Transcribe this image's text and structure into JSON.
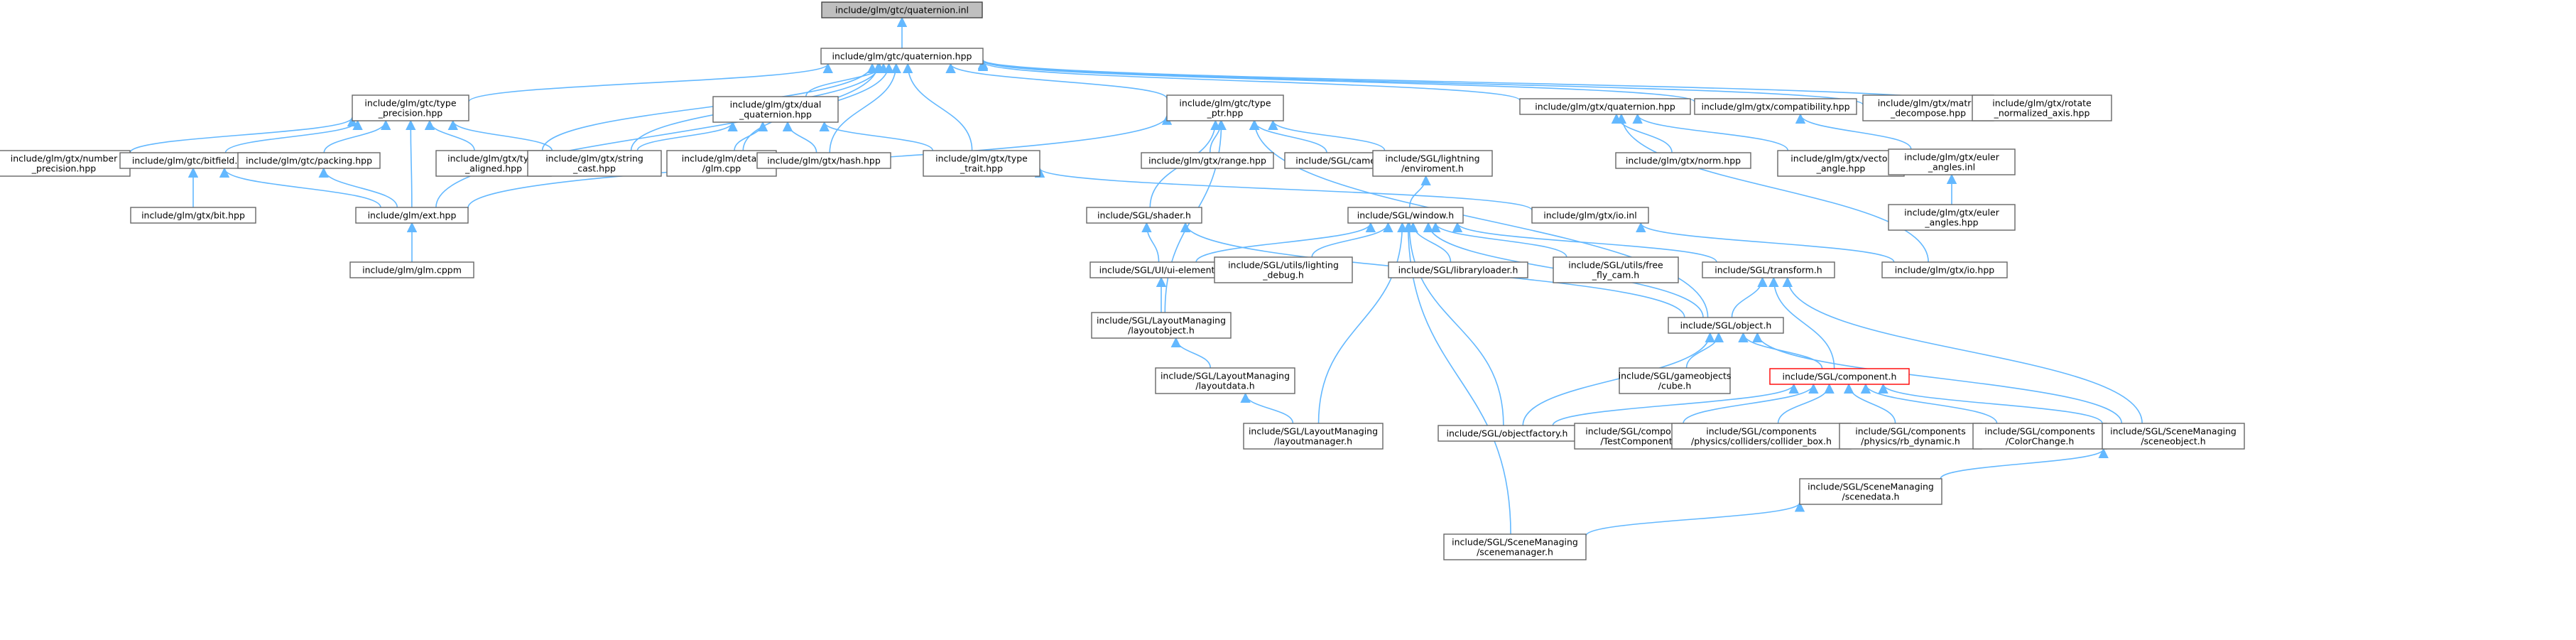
{
  "diagram": {
    "edge_color": "#63b8ff",
    "root_fill": "#bfbfbf",
    "warn_border": "#ff0000",
    "nodes": [
      {
        "id": "root",
        "label": "include/glm/gtc/quaternion.inl",
        "style": "root"
      },
      {
        "id": "quathpp",
        "label": "include/glm/gtc/quaternion.hpp"
      },
      {
        "id": "typeprec",
        "label": "include/glm/gtc/type\n_precision.hpp"
      },
      {
        "id": "dualq",
        "label": "include/glm/gtx/dual\n_quaternion.hpp"
      },
      {
        "id": "typeptr",
        "label": "include/glm/gtc/type\n_ptr.hpp"
      },
      {
        "id": "gtxquat",
        "label": "include/glm/gtx/quaternion.hpp"
      },
      {
        "id": "compat",
        "label": "include/glm/gtx/compatibility.hpp"
      },
      {
        "id": "matdecomp",
        "label": "include/glm/gtx/matrix\n_decompose.hpp"
      },
      {
        "id": "rotnorm",
        "label": "include/glm/gtx/rotate\n_normalized_axis.hpp"
      },
      {
        "id": "numprec",
        "label": "include/glm/gtx/number\n_precision.hpp"
      },
      {
        "id": "bitfield",
        "label": "include/glm/gtc/bitfield.hpp"
      },
      {
        "id": "packing",
        "label": "include/glm/gtc/packing.hpp"
      },
      {
        "id": "typealigned",
        "label": "include/glm/gtx/type\n_aligned.hpp"
      },
      {
        "id": "stringcast",
        "label": "include/glm/gtx/string\n_cast.hpp"
      },
      {
        "id": "glmcpp",
        "label": "include/glm/detail\n/glm.cpp"
      },
      {
        "id": "hash",
        "label": "include/glm/gtx/hash.hpp"
      },
      {
        "id": "typetrait",
        "label": "include/glm/gtx/type\n_trait.hpp"
      },
      {
        "id": "range",
        "label": "include/glm/gtx/range.hpp"
      },
      {
        "id": "camera",
        "label": "include/SGL/camera.h"
      },
      {
        "id": "lightenv",
        "label": "include/SGL/lightning\n/enviroment.h"
      },
      {
        "id": "norm",
        "label": "include/glm/gtx/norm.hpp"
      },
      {
        "id": "vecangle",
        "label": "include/glm/gtx/vector\n_angle.hpp"
      },
      {
        "id": "eulerinl",
        "label": "include/glm/gtx/euler\n_angles.inl"
      },
      {
        "id": "eulerhpp",
        "label": "include/glm/gtx/euler\n_angles.hpp"
      },
      {
        "id": "bit",
        "label": "include/glm/gtx/bit.hpp"
      },
      {
        "id": "ext",
        "label": "include/glm/ext.hpp"
      },
      {
        "id": "glmcppm",
        "label": "include/glm/glm.cppm"
      },
      {
        "id": "shader",
        "label": "include/SGL/shader.h"
      },
      {
        "id": "ioinl",
        "label": "include/glm/gtx/io.inl"
      },
      {
        "id": "window",
        "label": "include/SGL/window.h"
      },
      {
        "id": "uielement",
        "label": "include/SGL/UI/ui-element.h"
      },
      {
        "id": "lightdebug",
        "label": "include/SGL/utils/lighting\n_debug.h"
      },
      {
        "id": "libloader",
        "label": "include/SGL/libraryloader.h"
      },
      {
        "id": "freecam",
        "label": "include/SGL/utils/free\n_fly_cam.h"
      },
      {
        "id": "transform",
        "label": "include/SGL/transform.h"
      },
      {
        "id": "iohpp",
        "label": "include/glm/gtx/io.hpp"
      },
      {
        "id": "layoutobj",
        "label": "include/SGL/LayoutManaging\n/layoutobject.h"
      },
      {
        "id": "object",
        "label": "include/SGL/object.h"
      },
      {
        "id": "cube",
        "label": "include/SGL/gameobjects\n/cube.h"
      },
      {
        "id": "component",
        "label": "include/SGL/component.h",
        "style": "warn"
      },
      {
        "id": "layoutdata",
        "label": "include/SGL/LayoutManaging\n/layoutdata.h"
      },
      {
        "id": "layoutmgr",
        "label": "include/SGL/LayoutManaging\n/layoutmanager.h"
      },
      {
        "id": "objfactory",
        "label": "include/SGL/objectfactory.h"
      },
      {
        "id": "testcomp",
        "label": "include/SGL/components\n/TestComponent.h"
      },
      {
        "id": "collider",
        "label": "include/SGL/components\n/physics/colliders/collider_box.h"
      },
      {
        "id": "rbdyn",
        "label": "include/SGL/components\n/physics/rb_dynamic.h"
      },
      {
        "id": "colorchange",
        "label": "include/SGL/components\n/ColorChange.h"
      },
      {
        "id": "sceneobj",
        "label": "include/SGL/SceneManaging\n/sceneobject.h"
      },
      {
        "id": "scenedata",
        "label": "include/SGL/SceneManaging\n/scenedata.h"
      },
      {
        "id": "scenemgr",
        "label": "include/SGL/SceneManaging\n/scenemanager.h"
      }
    ],
    "edges": [
      [
        "quathpp",
        "root"
      ],
      [
        "typeprec",
        "quathpp"
      ],
      [
        "dualq",
        "quathpp"
      ],
      [
        "typeptr",
        "quathpp"
      ],
      [
        "gtxquat",
        "quathpp"
      ],
      [
        "compat",
        "quathpp"
      ],
      [
        "matdecomp",
        "quathpp"
      ],
      [
        "rotnorm",
        "quathpp"
      ],
      [
        "typealigned",
        "quathpp"
      ],
      [
        "stringcast",
        "quathpp"
      ],
      [
        "glmcpp",
        "quathpp"
      ],
      [
        "hash",
        "quathpp"
      ],
      [
        "typetrait",
        "quathpp"
      ],
      [
        "ext",
        "quathpp"
      ],
      [
        "numprec",
        "typeprec"
      ],
      [
        "bitfield",
        "typeprec"
      ],
      [
        "packing",
        "typeprec"
      ],
      [
        "typealigned",
        "typeprec"
      ],
      [
        "stringcast",
        "typeprec"
      ],
      [
        "ext",
        "typeprec"
      ],
      [
        "stringcast",
        "dualq"
      ],
      [
        "glmcpp",
        "dualq"
      ],
      [
        "hash",
        "dualq"
      ],
      [
        "typetrait",
        "dualq"
      ],
      [
        "ext",
        "typeptr"
      ],
      [
        "range",
        "typeptr"
      ],
      [
        "camera",
        "typeptr"
      ],
      [
        "lightenv",
        "typeptr"
      ],
      [
        "shader",
        "typeptr"
      ],
      [
        "layoutobj",
        "typeptr"
      ],
      [
        "object",
        "typeptr"
      ],
      [
        "norm",
        "gtxquat"
      ],
      [
        "vecangle",
        "gtxquat"
      ],
      [
        "iohpp",
        "gtxquat"
      ],
      [
        "eulerinl",
        "compat"
      ],
      [
        "eulerhpp",
        "eulerinl"
      ],
      [
        "bit",
        "bitfield"
      ],
      [
        "ext",
        "bitfield"
      ],
      [
        "ext",
        "packing"
      ],
      [
        "glmcppm",
        "ext"
      ],
      [
        "ioinl",
        "typetrait"
      ],
      [
        "iohpp",
        "ioinl"
      ],
      [
        "window",
        "lightenv"
      ],
      [
        "uielement",
        "shader"
      ],
      [
        "object",
        "shader"
      ],
      [
        "uielement",
        "window"
      ],
      [
        "lightdebug",
        "window"
      ],
      [
        "libloader",
        "window"
      ],
      [
        "freecam",
        "window"
      ],
      [
        "transform",
        "window"
      ],
      [
        "object",
        "window"
      ],
      [
        "objfactory",
        "window"
      ],
      [
        "layoutmgr",
        "window"
      ],
      [
        "scenemgr",
        "window"
      ],
      [
        "layoutobj",
        "uielement"
      ],
      [
        "layoutdata",
        "layoutobj"
      ],
      [
        "layoutmgr",
        "layoutdata"
      ],
      [
        "object",
        "transform"
      ],
      [
        "component",
        "transform"
      ],
      [
        "sceneobj",
        "transform"
      ],
      [
        "cube",
        "object"
      ],
      [
        "component",
        "object"
      ],
      [
        "objfactory",
        "object"
      ],
      [
        "sceneobj",
        "object"
      ],
      [
        "objfactory",
        "component"
      ],
      [
        "testcomp",
        "component"
      ],
      [
        "collider",
        "component"
      ],
      [
        "rbdyn",
        "component"
      ],
      [
        "colorchange",
        "component"
      ],
      [
        "sceneobj",
        "component"
      ],
      [
        "scenedata",
        "sceneobj"
      ],
      [
        "scenemgr",
        "scenedata"
      ]
    ]
  }
}
